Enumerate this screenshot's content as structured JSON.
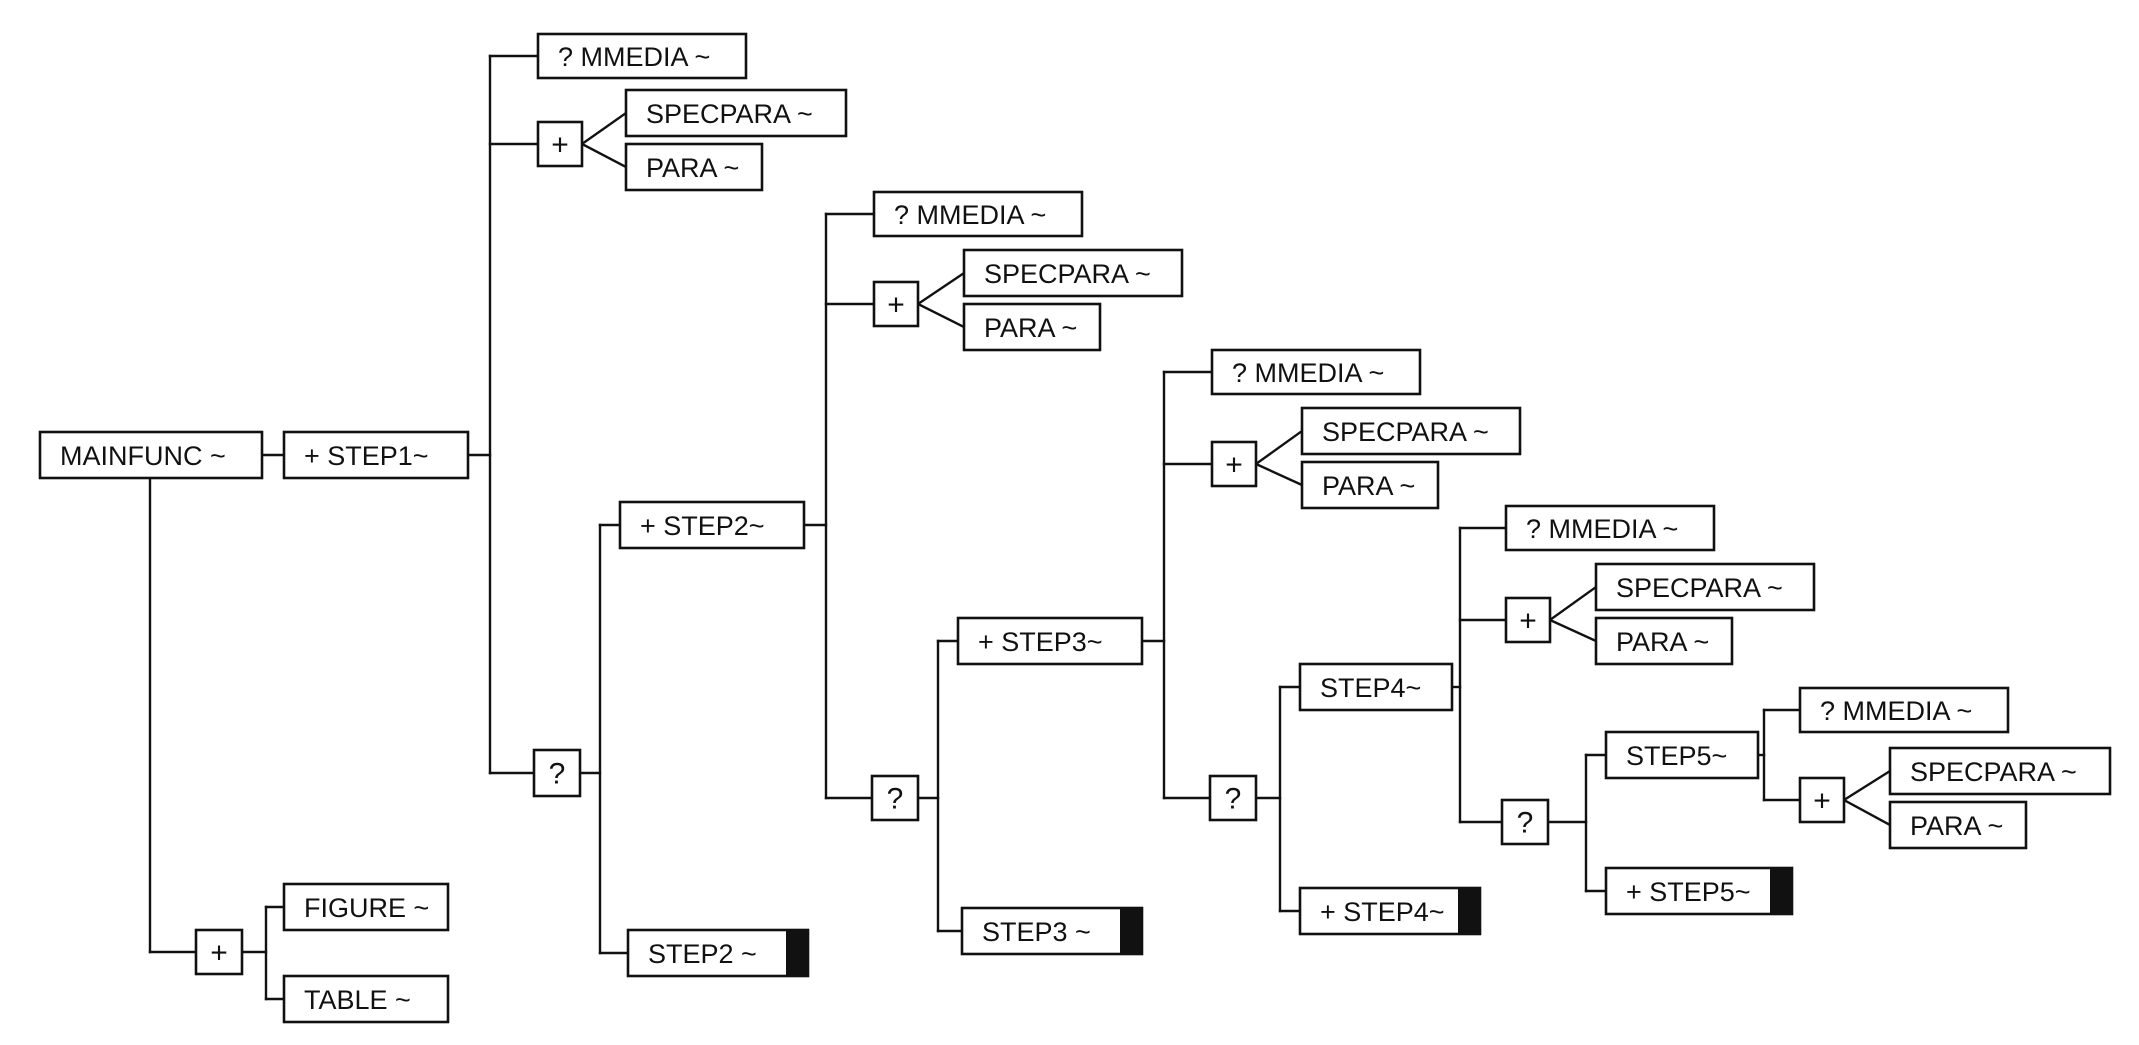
{
  "diagram": {
    "nodes": [
      {
        "id": "mainfunc",
        "label": "MAINFUNC ~",
        "kind": "box"
      },
      {
        "id": "step1",
        "label": "+ STEP1~",
        "kind": "box"
      },
      {
        "id": "s1-mmedia",
        "label": "? MMEDIA ~",
        "kind": "box"
      },
      {
        "id": "s1-plus",
        "label": "+",
        "kind": "operator"
      },
      {
        "id": "s1-specpara",
        "label": "SPECPARA ~",
        "kind": "box"
      },
      {
        "id": "s1-para",
        "label": "PARA ~",
        "kind": "box"
      },
      {
        "id": "s1-opt",
        "label": "?",
        "kind": "operator"
      },
      {
        "id": "step2",
        "label": "+ STEP2~",
        "kind": "box"
      },
      {
        "id": "s2-mmedia",
        "label": "? MMEDIA ~",
        "kind": "box"
      },
      {
        "id": "s2-plus",
        "label": "+",
        "kind": "operator"
      },
      {
        "id": "s2-specpara",
        "label": "SPECPARA ~",
        "kind": "box"
      },
      {
        "id": "s2-para",
        "label": "PARA ~",
        "kind": "box"
      },
      {
        "id": "s2-opt",
        "label": "?",
        "kind": "operator"
      },
      {
        "id": "step2-end",
        "label": "STEP2 ~",
        "kind": "terminal"
      },
      {
        "id": "step3",
        "label": "+ STEP3~",
        "kind": "box"
      },
      {
        "id": "s3-mmedia",
        "label": "? MMEDIA ~",
        "kind": "box"
      },
      {
        "id": "s3-plus",
        "label": "+",
        "kind": "operator"
      },
      {
        "id": "s3-specpara",
        "label": "SPECPARA ~",
        "kind": "box"
      },
      {
        "id": "s3-para",
        "label": "PARA ~",
        "kind": "box"
      },
      {
        "id": "s3-opt",
        "label": "?",
        "kind": "operator"
      },
      {
        "id": "step3-end",
        "label": "STEP3 ~",
        "kind": "terminal"
      },
      {
        "id": "step4",
        "label": "STEP4~",
        "kind": "box"
      },
      {
        "id": "s4-mmedia",
        "label": "? MMEDIA ~",
        "kind": "box"
      },
      {
        "id": "s4-plus",
        "label": "+",
        "kind": "operator"
      },
      {
        "id": "s4-specpara",
        "label": "SPECPARA ~",
        "kind": "box"
      },
      {
        "id": "s4-para",
        "label": "PARA ~",
        "kind": "box"
      },
      {
        "id": "s4-opt",
        "label": "?",
        "kind": "operator"
      },
      {
        "id": "step4-end",
        "label": "+ STEP4~",
        "kind": "terminal"
      },
      {
        "id": "step5",
        "label": "STEP5~",
        "kind": "box"
      },
      {
        "id": "s5-mmedia",
        "label": "? MMEDIA ~",
        "kind": "box"
      },
      {
        "id": "s5-plus",
        "label": "+",
        "kind": "operator"
      },
      {
        "id": "s5-specpara",
        "label": "SPECPARA ~",
        "kind": "box"
      },
      {
        "id": "s5-para",
        "label": "PARA ~",
        "kind": "box"
      },
      {
        "id": "step5-end",
        "label": "+ STEP5~",
        "kind": "terminal"
      },
      {
        "id": "main-plus",
        "label": "+",
        "kind": "operator"
      },
      {
        "id": "figure",
        "label": "FIGURE ~",
        "kind": "box"
      },
      {
        "id": "table",
        "label": "TABLE ~",
        "kind": "box"
      }
    ],
    "edges": [
      [
        "mainfunc",
        "step1"
      ],
      [
        "mainfunc",
        "main-plus"
      ],
      [
        "main-plus",
        "figure"
      ],
      [
        "main-plus",
        "table"
      ],
      [
        "step1",
        "s1-mmedia"
      ],
      [
        "step1",
        "s1-plus"
      ],
      [
        "step1",
        "s1-opt"
      ],
      [
        "s1-plus",
        "s1-specpara"
      ],
      [
        "s1-plus",
        "s1-para"
      ],
      [
        "s1-opt",
        "step2"
      ],
      [
        "s1-opt",
        "step2-end"
      ],
      [
        "step2",
        "s2-mmedia"
      ],
      [
        "step2",
        "s2-plus"
      ],
      [
        "step2",
        "s2-opt"
      ],
      [
        "s2-plus",
        "s2-specpara"
      ],
      [
        "s2-plus",
        "s2-para"
      ],
      [
        "s2-opt",
        "step3"
      ],
      [
        "s2-opt",
        "step3-end"
      ],
      [
        "step3",
        "s3-mmedia"
      ],
      [
        "step3",
        "s3-plus"
      ],
      [
        "step3",
        "s3-opt"
      ],
      [
        "s3-plus",
        "s3-specpara"
      ],
      [
        "s3-plus",
        "s3-para"
      ],
      [
        "s3-opt",
        "step4"
      ],
      [
        "s3-opt",
        "step4-end"
      ],
      [
        "step4",
        "s4-mmedia"
      ],
      [
        "step4",
        "s4-plus"
      ],
      [
        "step4",
        "s4-opt"
      ],
      [
        "s4-plus",
        "s4-specpara"
      ],
      [
        "s4-plus",
        "s4-para"
      ],
      [
        "s4-opt",
        "step5"
      ],
      [
        "s4-opt",
        "step5-end"
      ],
      [
        "step5",
        "s5-mmedia"
      ],
      [
        "step5",
        "s5-plus"
      ],
      [
        "s5-plus",
        "s5-specpara"
      ],
      [
        "s5-plus",
        "s5-para"
      ]
    ]
  }
}
